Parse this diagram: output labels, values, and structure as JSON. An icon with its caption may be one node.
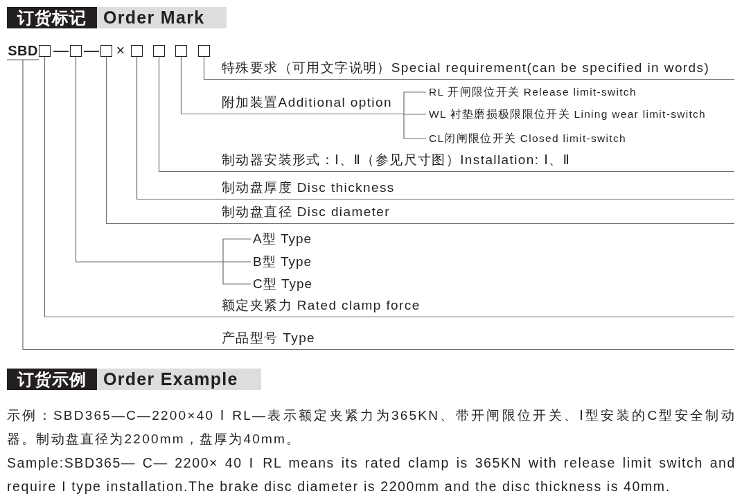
{
  "diagram": {
    "nodes": [
      {
        "text": [
          "SBD"
        ]
      },
      {
        "text": [],
        "shape": "box"
      },
      {
        "text": [],
        "shape": "box"
      },
      {
        "text": [],
        "shape": "box"
      },
      {
        "text": [],
        "shape": "box"
      },
      {
        "text": [],
        "shape": "box"
      },
      {
        "text": [],
        "shape": "box"
      },
      {
        "text": [],
        "shape": "box"
      },
      {
        "text": [
          "特殊要求（可用文字说明）Special requirement(can be specified in words)"
        ]
      },
      {
        "text": [
          "附加装置Additional option"
        ]
      },
      {
        "text": [
          "RL 开闸限位开关 Release limit-switch"
        ]
      },
      {
        "text": [
          "WL 衬垫磨损极限限位开关 Lining wear limit-switch"
        ]
      },
      {
        "text": [
          "CL闭闸限位开关 Closed limit-switch"
        ]
      },
      {
        "text": [
          "制动器安装形式：Ⅰ、Ⅱ（参见尺寸图）Installation: Ⅰ、Ⅱ"
        ]
      },
      {
        "text": [
          "制动盘厚度 Disc thickness"
        ]
      },
      {
        "text": [
          "制动盘直径 Disc diameter"
        ]
      },
      {
        "text": [
          "A型 Type"
        ]
      },
      {
        "text": [
          "B型 Type"
        ]
      },
      {
        "text": [
          "C型 Type"
        ]
      },
      {
        "text": [
          "额定夹紧力 Rated clamp force"
        ]
      },
      {
        "text": [
          "产品型号 Type"
        ]
      }
    ],
    "edges": [
      {
        "from": 7,
        "to": 8,
        "arrow": "none"
      },
      {
        "from": 6,
        "to": 9,
        "arrow": "none"
      },
      {
        "from": 9,
        "to": 10,
        "arrow": "none"
      },
      {
        "from": 9,
        "to": 11,
        "arrow": "none"
      },
      {
        "from": 9,
        "to": 12,
        "arrow": "none"
      },
      {
        "from": 5,
        "to": 13,
        "arrow": "none"
      },
      {
        "from": 4,
        "to": 14,
        "arrow": "none"
      },
      {
        "from": 3,
        "to": 15,
        "arrow": "none"
      },
      {
        "from": 2,
        "to": 16,
        "arrow": "none"
      },
      {
        "from": 2,
        "to": 17,
        "arrow": "none"
      },
      {
        "from": 2,
        "to": 18,
        "arrow": "none"
      },
      {
        "from": 1,
        "to": 19,
        "arrow": "none"
      },
      {
        "from": 0,
        "to": 20,
        "arrow": "none"
      }
    ],
    "labels": [
      "订货标记",
      "Order Mark",
      "—",
      "—",
      "×",
      "订货示例",
      "Order Example",
      "示例：SBD365—C—2200×40 Ⅰ RL—表示额定夹紧力为365KN、带开闸限位开关、Ⅰ型安装的C型安全制动器。制动盘直径为2200mm，盘厚为40mm。",
      "Sample:SBD365— C— 2200× 40 Ⅰ RL means its rated clamp is 365KN with release limit switch and require Ⅰ type installation.The brake disc diameter is 2200mm and the disc thickness is 40mm."
    ]
  }
}
